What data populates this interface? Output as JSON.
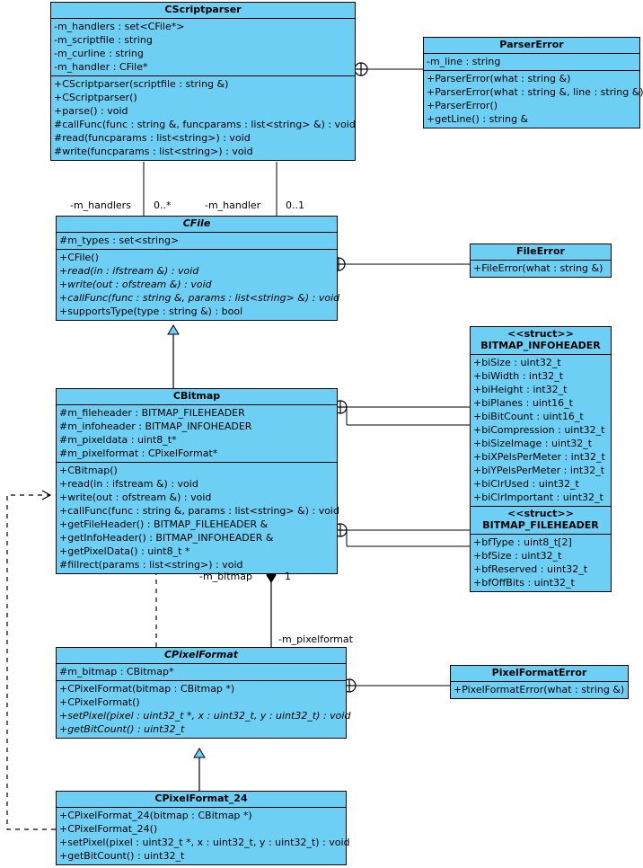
{
  "diagram": {
    "title": "UML class diagram",
    "style": {
      "class_fill": "#6ecff5",
      "line_color": "#000000",
      "background": "#ffffff"
    }
  },
  "classes": {
    "cscriptparser": {
      "name": "CScriptparser",
      "abstract": false,
      "attributes": [
        "-m_handlers : set<CFile*>",
        "-m_scriptfile : string",
        "-m_curline : string",
        "-m_handler : CFile*"
      ],
      "operations": [
        "+CScriptparser(scriptfile : string &)",
        "+CScriptparser()",
        "+parse() : void",
        "#callFunc(func : string &, funcparams : list<string> &) : void",
        "#read(funcparams : list<string>) : void",
        "#write(funcparams : list<string>) : void"
      ]
    },
    "parsererror": {
      "name": "ParserError",
      "abstract": false,
      "attributes": [
        "-m_line : string"
      ],
      "operations": [
        "+ParserError(what : string &)",
        "+ParserError(what : string &, line : string &)",
        "+ParserError()",
        "+getLine() : string &"
      ]
    },
    "cfile": {
      "name": "CFile",
      "abstract": true,
      "attributes": [
        "#m_types : set<string>"
      ],
      "operations": [
        "+CFile()",
        "+read(in : ifstream &) : void",
        "+write(out : ofstream &) : void",
        "+callFunc(func : string &, params : list<string> &) : void",
        "+supportsType(type : string &) : bool"
      ],
      "abstract_operations": [
        false,
        true,
        true,
        true,
        false
      ]
    },
    "fileerror": {
      "name": "FileError",
      "abstract": false,
      "attributes": [],
      "operations": [
        "+FileError(what : string &)"
      ]
    },
    "cbitmap": {
      "name": "CBitmap",
      "abstract": false,
      "attributes": [
        "#m_fileheader : BITMAP_FILEHEADER",
        "#m_infoheader : BITMAP_INFOHEADER",
        "#m_pixeldata : uint8_t*",
        "#m_pixelformat : CPixelFormat*"
      ],
      "operations": [
        "+CBitmap()",
        "+read(in : ifstream &) : void",
        "+write(out : ofstream &) : void",
        "+callFunc(func : string &, params : list<string> &) : void",
        "+getFileHeader() : BITMAP_FILEHEADER &",
        "+getInfoHeader() : BITMAP_INFOHEADER &",
        "+getPixelData() : uint8_t *",
        "#fillrect(params : list<string>) : void"
      ]
    },
    "bitmap_infoheader": {
      "name": "BITMAP_INFOHEADER",
      "stereotype": "<<struct>>",
      "abstract": false,
      "attributes": [
        "+biSize : uint32_t",
        "+biWidth : int32_t",
        "+biHeight : int32_t",
        "+biPlanes : uint16_t",
        "+biBitCount : uint16_t",
        "+biCompression : uint32_t",
        "+biSizeImage : uint32_t",
        "+biXPelsPerMeter : int32_t",
        "+biYPelsPerMeter : int32_t",
        "+biClrUsed : uint32_t",
        "+biClrImportant : uint32_t"
      ],
      "operations": []
    },
    "bitmap_fileheader": {
      "name": "BITMAP_FILEHEADER",
      "stereotype": "<<struct>>",
      "abstract": false,
      "attributes": [
        "+bfType : uint8_t[2]",
        "+bfSize : uint32_t",
        "+bfReserved : uint32_t",
        "+bfOffBits : uint32_t"
      ],
      "operations": []
    },
    "cpixelformat": {
      "name": "CPixelFormat",
      "abstract": true,
      "attributes": [
        "#m_bitmap : CBitmap*"
      ],
      "operations": [
        "+CPixelFormat(bitmap : CBitmap *)",
        "+CPixelFormat()",
        "+setPixel(pixel : uint32_t *, x : uint32_t, y : uint32_t) : void",
        "+getBitCount() : uint32_t"
      ],
      "abstract_operations": [
        false,
        false,
        true,
        true
      ]
    },
    "pixelformaterror": {
      "name": "PixelFormatError",
      "abstract": false,
      "attributes": [],
      "operations": [
        "+PixelFormatError(what : string &)"
      ]
    },
    "cpixelformat_24": {
      "name": "CPixelFormat_24",
      "abstract": false,
      "attributes": [],
      "operations": [
        "+CPixelFormat_24(bitmap : CBitmap *)",
        "+CPixelFormat_24()",
        "+setPixel(pixel : uint32_t *, x : uint32_t, y : uint32_t) : void",
        "+getBitCount() : uint32_t"
      ]
    }
  },
  "edge_labels": {
    "handlers_role": "-m_handlers",
    "handlers_mult": "0..*",
    "handler_role": "-m_handler",
    "handler_mult": "0..1",
    "bitmap_role": "-m_bitmap",
    "bitmap_mult": "1",
    "pixelformat_role": "-m_pixelformat"
  },
  "relationships": [
    {
      "kind": "association",
      "from": "CScriptparser",
      "to": "CFile",
      "role": "-m_handlers",
      "multiplicity": "0..*"
    },
    {
      "kind": "association",
      "from": "CScriptparser",
      "to": "CFile",
      "role": "-m_handler",
      "multiplicity": "0..1"
    },
    {
      "kind": "nesting",
      "from": "CScriptparser",
      "to": "ParserError"
    },
    {
      "kind": "nesting",
      "from": "CFile",
      "to": "FileError"
    },
    {
      "kind": "nesting",
      "from": "CBitmap",
      "to": "BITMAP_INFOHEADER"
    },
    {
      "kind": "nesting",
      "from": "CBitmap",
      "to": "BITMAP_FILEHEADER"
    },
    {
      "kind": "nesting",
      "from": "CPixelFormat",
      "to": "PixelFormatError"
    },
    {
      "kind": "generalization",
      "from": "CBitmap",
      "to": "CFile"
    },
    {
      "kind": "generalization",
      "from": "CPixelFormat_24",
      "to": "CPixelFormat"
    },
    {
      "kind": "composition",
      "from": "CBitmap",
      "to": "CPixelFormat",
      "role": "-m_bitmap",
      "multiplicity": "1",
      "target_role": "-m_pixelformat"
    },
    {
      "kind": "dependency",
      "from": "CPixelFormat",
      "to": "CBitmap"
    },
    {
      "kind": "dependency",
      "from": "CPixelFormat_24",
      "to": "CBitmap"
    }
  ]
}
